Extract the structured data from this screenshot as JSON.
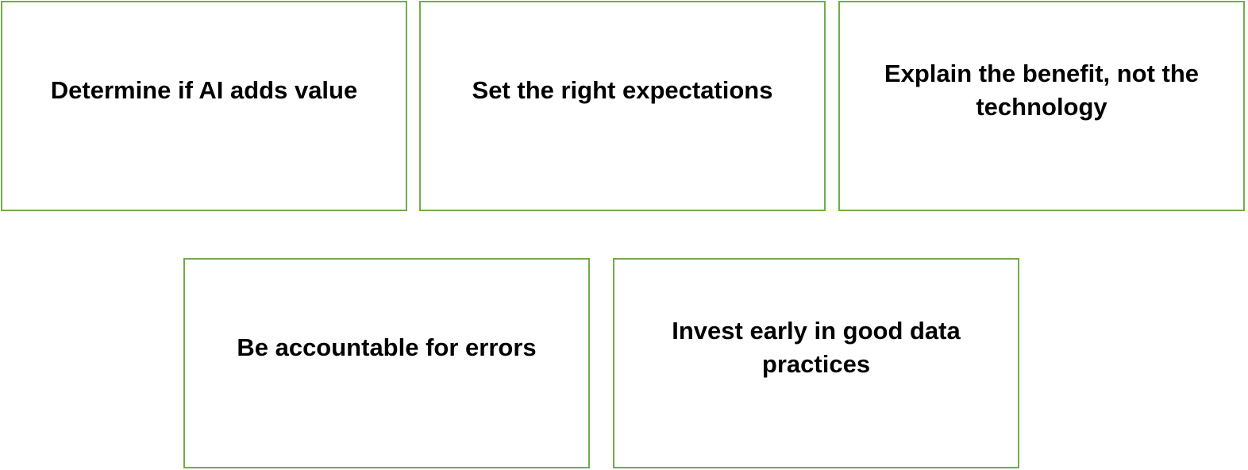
{
  "boxes": [
    {
      "label": "Determine if AI adds value"
    },
    {
      "label": "Set the right expectations"
    },
    {
      "label": "Explain the benefit, not the technology"
    },
    {
      "label": "Be accountable for errors"
    },
    {
      "label": "Invest early in good data practices"
    }
  ],
  "colors": {
    "box_border": "#70ad47",
    "text": "#000000",
    "background": "#ffffff"
  }
}
